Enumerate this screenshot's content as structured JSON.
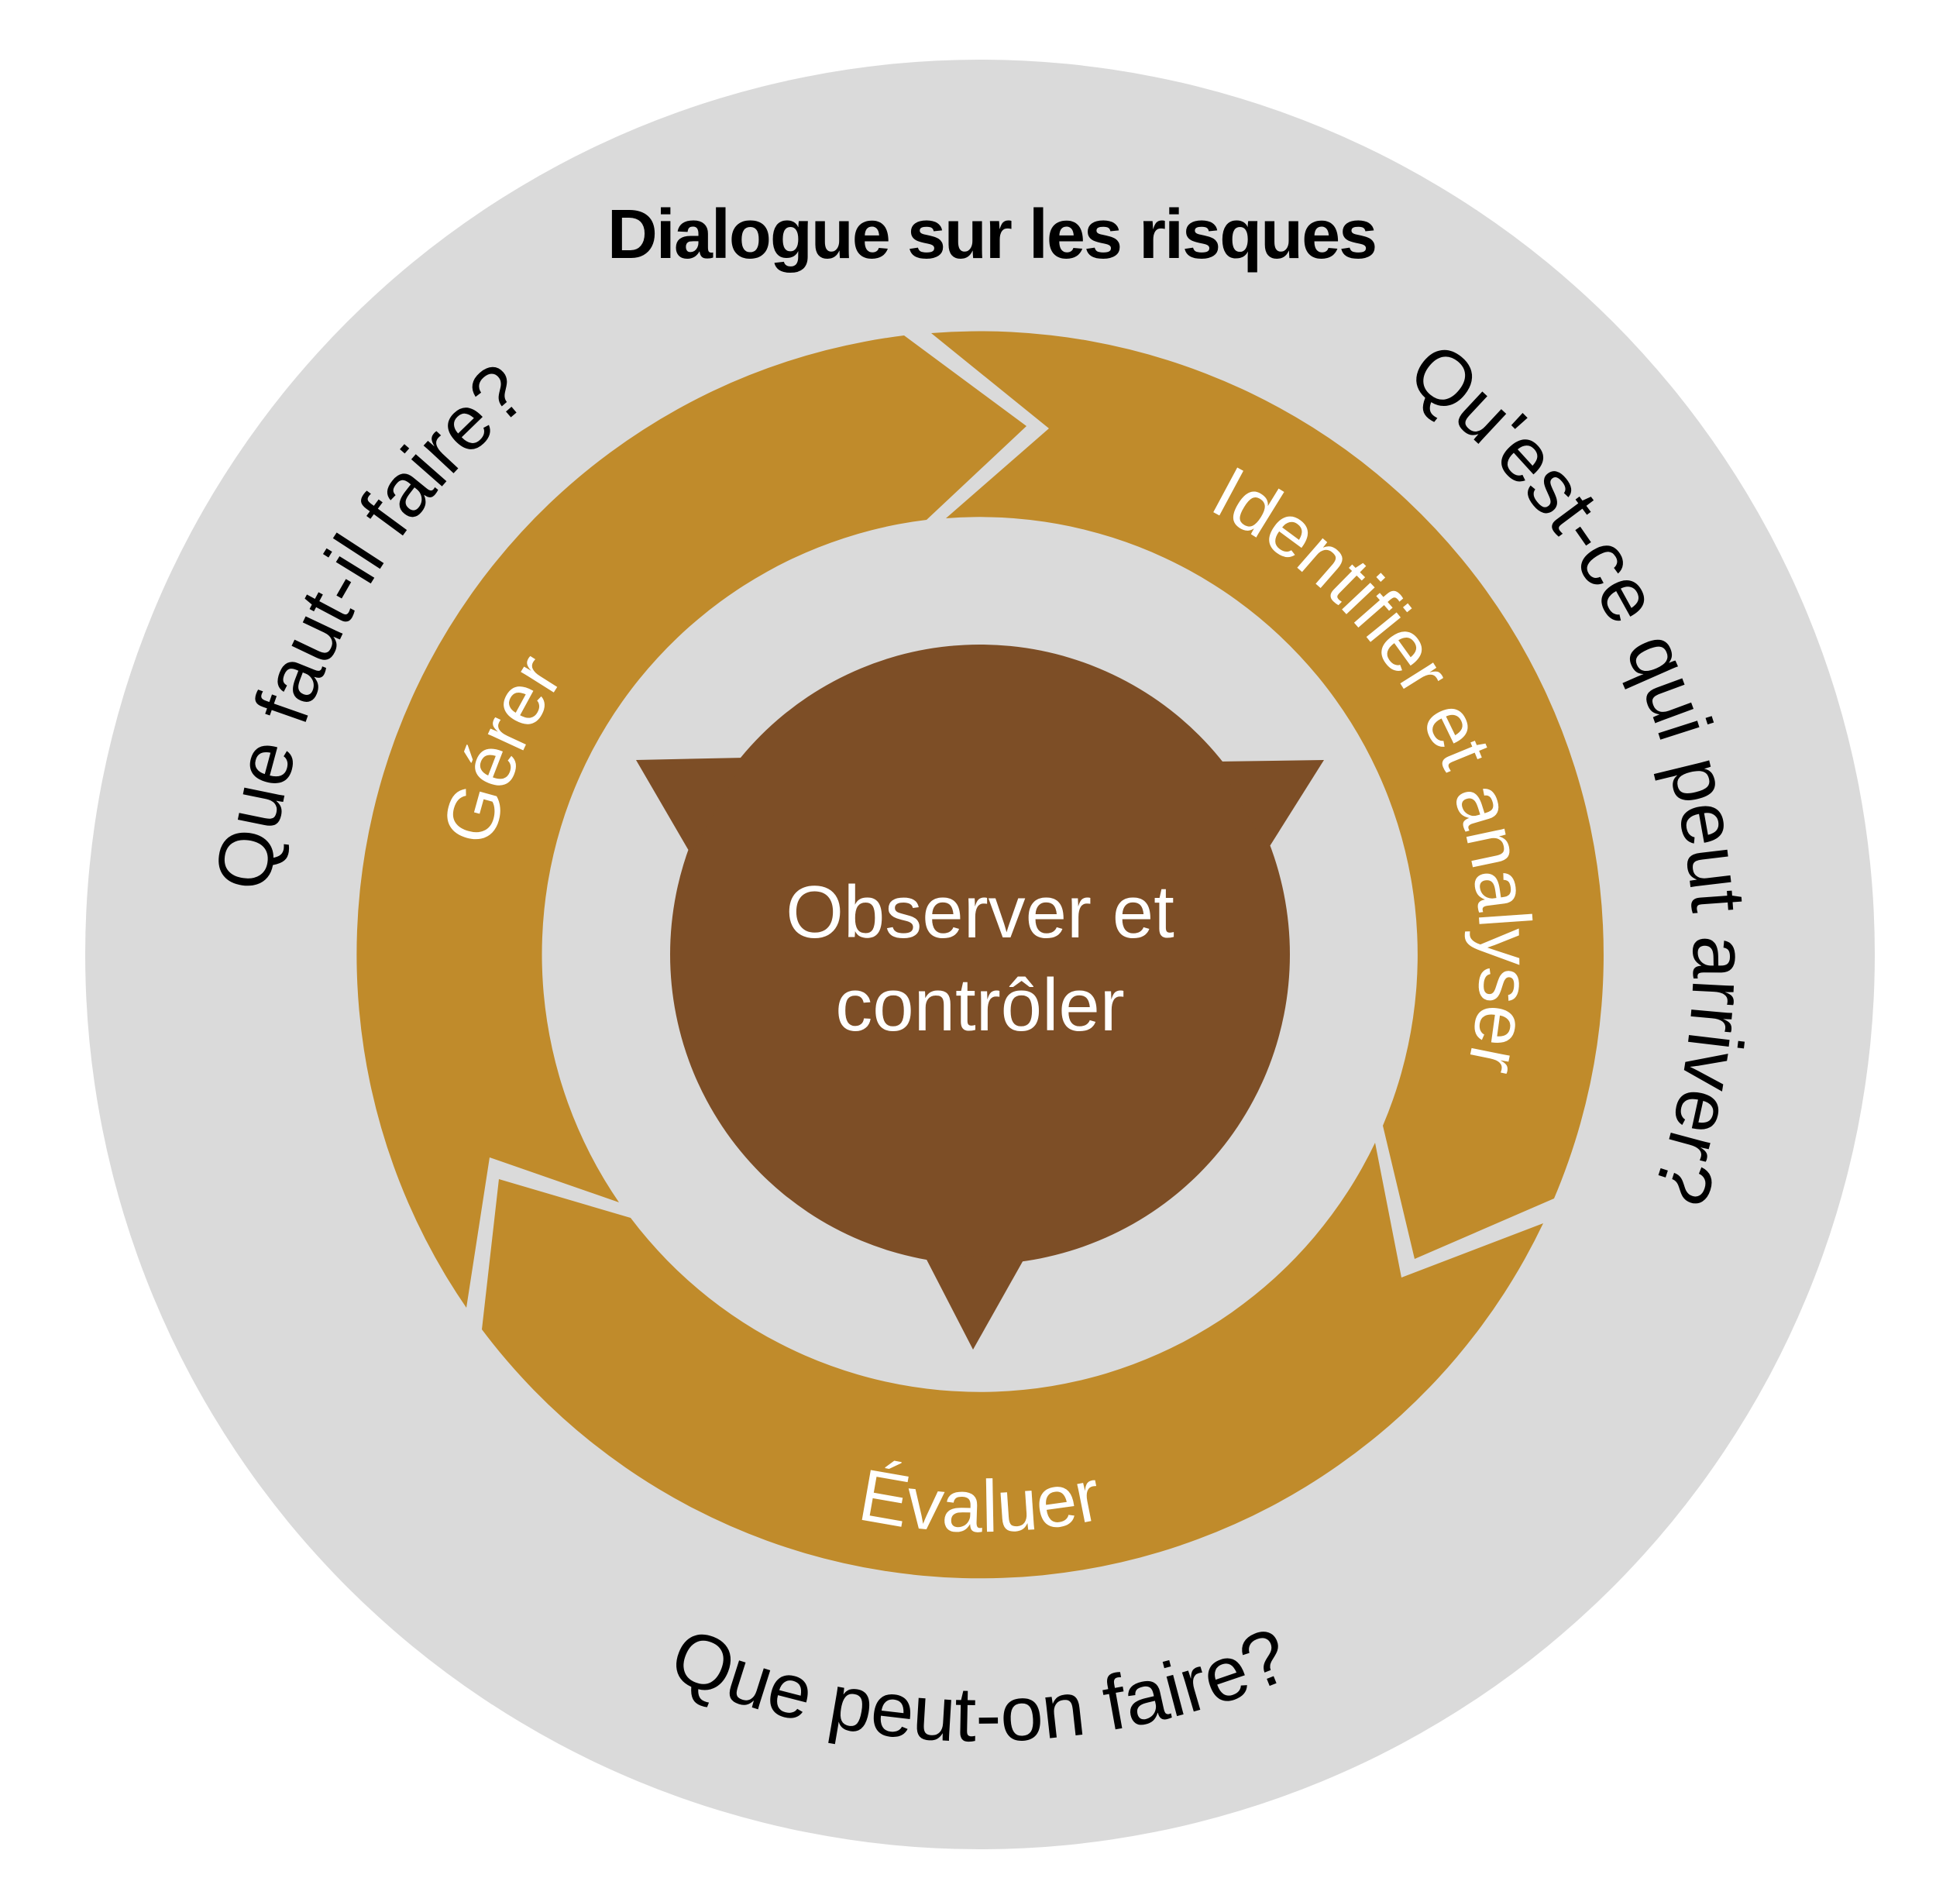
{
  "diagram": {
    "title": "Dialogue sur les risques",
    "center_bubble": {
      "line1": "Observer et",
      "line2": "contrôler"
    },
    "ring_segments": [
      {
        "id": "gerer",
        "label": "Gérer",
        "position": "upper-left"
      },
      {
        "id": "identifier",
        "label": "Identifier et analyser",
        "position": "right"
      },
      {
        "id": "evaluer",
        "label": "Évaluer",
        "position": "bottom"
      }
    ],
    "outer_questions": [
      {
        "id": "arriver",
        "label": "Qu'est-ce qui peut arriver?",
        "position": "right"
      },
      {
        "id": "peut-on",
        "label": "Que peut-on faire?",
        "position": "bottom"
      },
      {
        "id": "faut-il",
        "label": "Que faut-il faire?",
        "position": "left"
      }
    ],
    "colors": {
      "background": "#FFFFFF",
      "outer_circle": "#DADADA",
      "ring": "#C08B2B",
      "center_bubble": "#7D4E26",
      "title_text": "#000000",
      "question_text": "#000000",
      "ring_label_text": "#FFFFFF",
      "center_text": "#FFFFFF"
    }
  }
}
